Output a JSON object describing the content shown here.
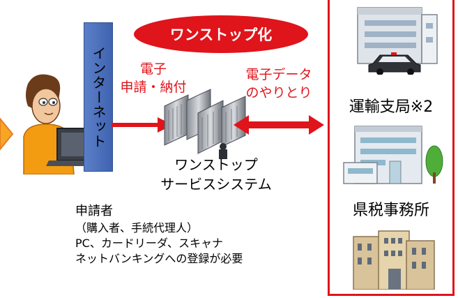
{
  "onestop": {
    "label": "ワンストップ化"
  },
  "internet": {
    "label": "インターネット"
  },
  "apply_label": {
    "line1": "電子",
    "line2": "申請・納付"
  },
  "exchange_label": {
    "line1": "電子データ",
    "line2": "のやりとり"
  },
  "system": {
    "line1": "ワンストップ",
    "line2": "サービスシステム"
  },
  "applicant": {
    "title": "申請者",
    "lines": [
      "（購入者、手続代理人）",
      "PC、カードリーダ、スキャナ",
      "ネットバンキングへの登録が必要"
    ]
  },
  "offices": {
    "transport": "運輸支局※2",
    "tax": "県税事務所"
  },
  "colors": {
    "accent_red": "#e0141b",
    "internet_blue": "#4a6fbd",
    "arrow_orange": "#f39c12"
  }
}
